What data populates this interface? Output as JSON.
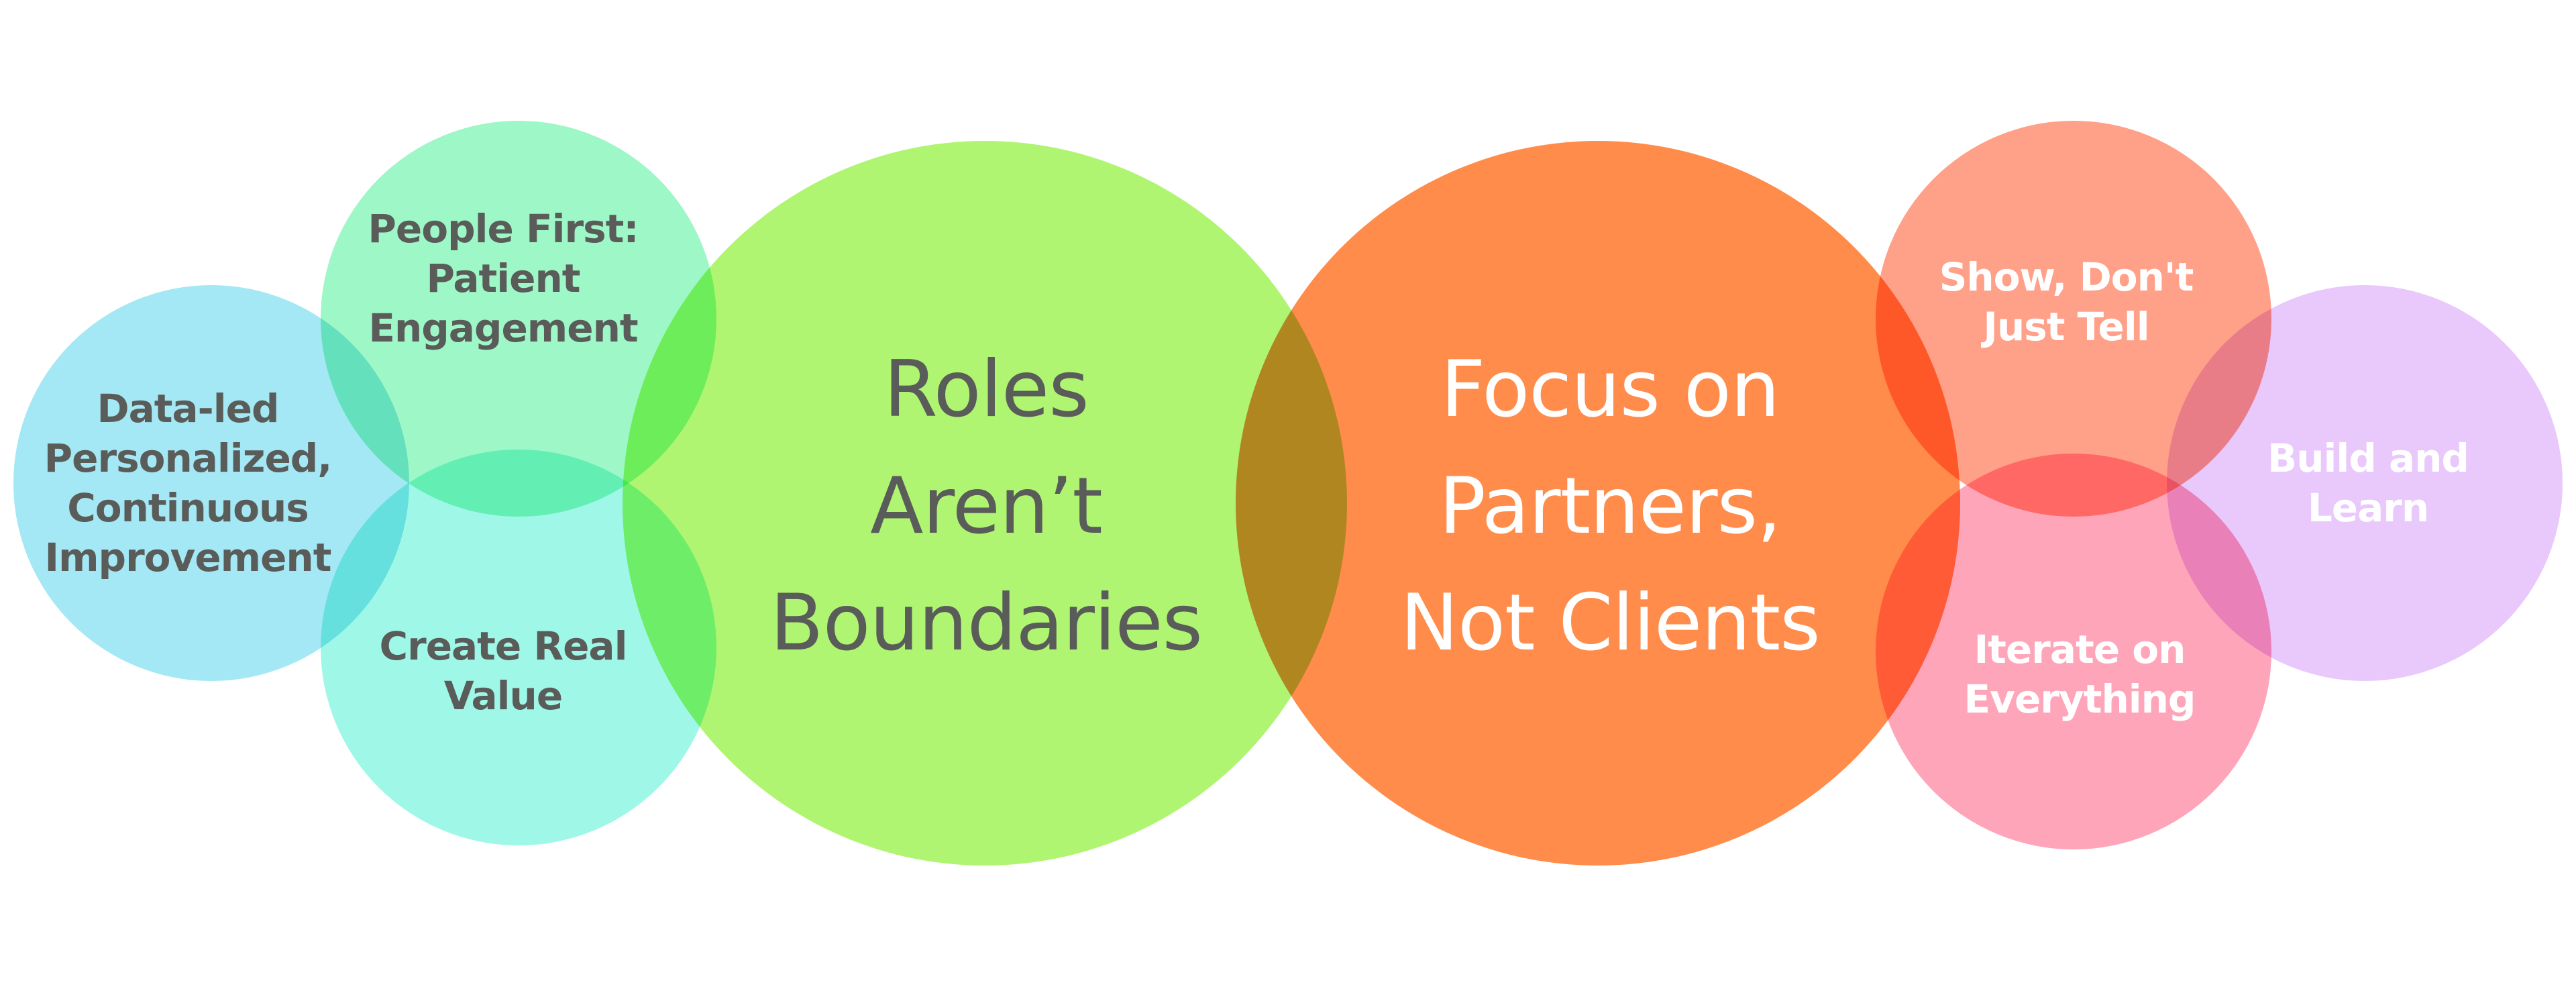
{
  "diagram": {
    "colors": {
      "dark_text": "#5a5c5a",
      "light_text": "#ffffff",
      "circle_data_led": "#a3e8f4",
      "circle_people_first": "#9ef7c6",
      "circle_create_value": "#9ff7e8",
      "circle_roles": "#b0f572",
      "circle_focus": "#ff8c4a",
      "circle_show": "#ffa089",
      "circle_iterate": "#ffa5ba",
      "circle_build": "#e9c8fc"
    },
    "circles": {
      "data_led": "Data-led\nPersonalized,\nContinuous\nImprovement",
      "people_first": "People First:\nPatient\nEngagement",
      "create_value": "Create Real\nValue",
      "roles": "Roles\nAren’t\nBoundaries",
      "focus": "Focus on\nPartners,\nNot Clients",
      "show": "Show, Don't\nJust Tell",
      "iterate": "Iterate on\nEverything",
      "build": "Build and\nLearn"
    }
  }
}
